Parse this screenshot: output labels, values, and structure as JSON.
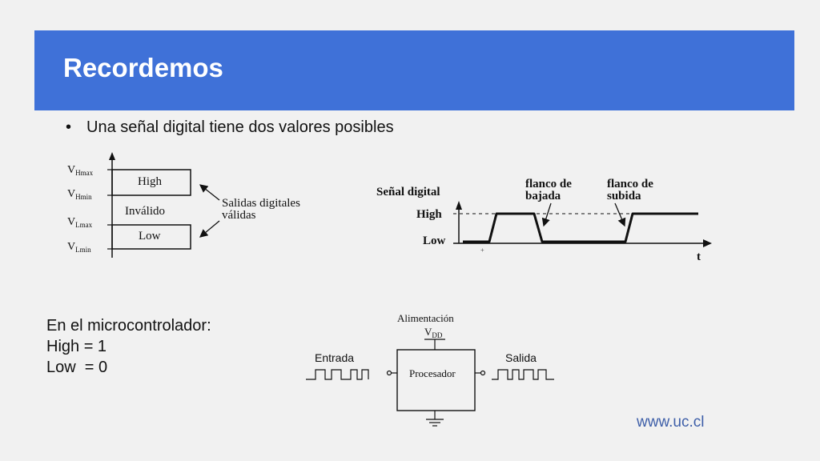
{
  "slide": {
    "title": "Recordemos",
    "bullet": "Una señal digital tiene dos valores posibles",
    "footer_url": "www.uc.cl"
  },
  "levels_diagram": {
    "v_hmax_main": "V",
    "v_hmax_sub": "Hmax",
    "v_hmin_main": "V",
    "v_hmin_sub": "Hmin",
    "v_lmax_main": "V",
    "v_lmax_sub": "Lmax",
    "v_lmin_main": "V",
    "v_lmin_sub": "Lmin",
    "high_label": "High",
    "invalid_label": "Inválido",
    "low_label": "Low",
    "outputs_label_1": "Salidas digitales",
    "outputs_label_2": "válidas"
  },
  "waveform_diagram": {
    "signal_label": "Señal digital",
    "high_label": "High",
    "low_label": "Low",
    "falling_edge_1": "flanco de",
    "falling_edge_2": "bajada",
    "rising_edge_1": "flanco de",
    "rising_edge_2": "subida",
    "time_axis": "t"
  },
  "microcontroller": {
    "line1": "En el microcontrolador:",
    "line2": "High = 1",
    "line3": "Low  = 0"
  },
  "processor_diagram": {
    "power_label": "Alimentación",
    "vdd_main": "V",
    "vdd_sub": "DD",
    "input_label": "Entrada",
    "output_label": "Salida",
    "processor_label": "Procesador"
  },
  "colors": {
    "title_bar": "#3f71d8",
    "background": "#f1f1f1",
    "url": "#3d5ea8"
  }
}
